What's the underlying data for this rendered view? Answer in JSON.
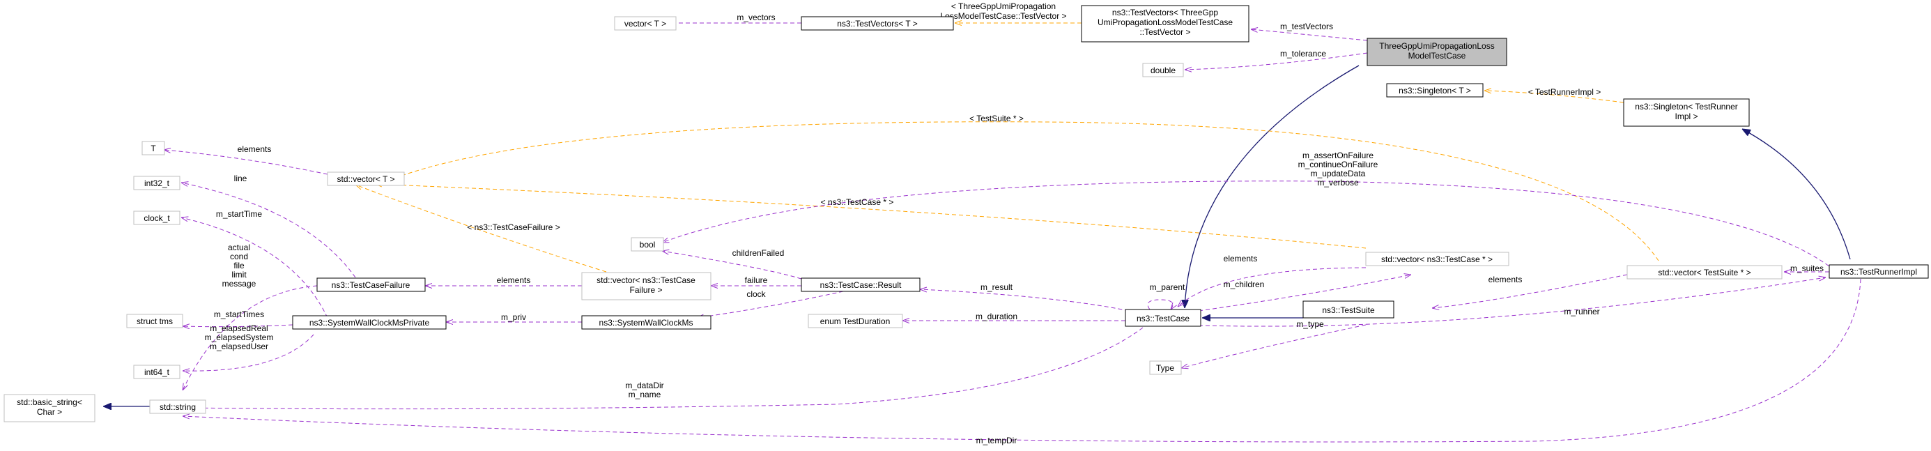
{
  "nodes": {
    "three_gpp": [
      "ThreeGppUmiPropagationLoss",
      "ModelTestCase"
    ],
    "test_vectors_inst": [
      "ns3::TestVectors< ThreeGpp",
      "UmiPropagationLossModelTestCase",
      "::TestVector >"
    ],
    "test_vectors_t": [
      "ns3::TestVectors< T >"
    ],
    "vector_t": [
      "vector< T >"
    ],
    "double": [
      "double"
    ],
    "singleton_t": [
      "ns3::Singleton< T >"
    ],
    "singleton_runner": [
      "ns3::Singleton< TestRunner",
      "Impl >"
    ],
    "std_vector_t": [
      "std::vector< T >"
    ],
    "T": [
      "T"
    ],
    "int32": [
      "int32_t"
    ],
    "clock_t": [
      "clock_t"
    ],
    "bool": [
      "bool"
    ],
    "std_vector_testcase": [
      "std::vector< ns3::TestCase * >"
    ],
    "std_vector_testsuite": [
      "std::vector< TestSuite * >"
    ],
    "test_runner_impl": [
      "ns3::TestRunnerImpl"
    ],
    "test_case_failure": [
      "ns3::TestCaseFailure"
    ],
    "std_vector_failure": [
      "std::vector< ns3::TestCase",
      "Failure >"
    ],
    "result": [
      "ns3::TestCase::Result"
    ],
    "struct_tms": [
      "struct tms"
    ],
    "wallclock_private": [
      "ns3::SystemWallClockMsPrivate"
    ],
    "wallclock": [
      "ns3::SystemWallClockMs"
    ],
    "test_duration": [
      "enum TestDuration"
    ],
    "test_case": [
      "ns3::TestCase"
    ],
    "test_suite": [
      "ns3::TestSuite"
    ],
    "int64": [
      "int64_t"
    ],
    "type": [
      "Type"
    ],
    "basic_string": [
      "std::basic_string<",
      "Char >"
    ],
    "std_string": [
      "std::string"
    ]
  },
  "edge_labels": {
    "m_vectors": [
      "m_vectors"
    ],
    "tv_template": [
      "< ThreeGppUmiPropagation",
      "LossModelTestCase::TestVector >"
    ],
    "m_testVectors": [
      "m_testVectors"
    ],
    "m_tolerance": [
      "m_tolerance"
    ],
    "runner_template": [
      "< TestRunnerImpl >"
    ],
    "suite_template": [
      "< TestSuite * >"
    ],
    "elements_T": [
      "elements"
    ],
    "line": [
      "line"
    ],
    "testcase_template": [
      "< ns3::TestCase * >"
    ],
    "flags": [
      "m_assertOnFailure",
      "m_continueOnFailure",
      "m_updateData",
      "m_verbose"
    ],
    "m_startTime": [
      "m_startTime"
    ],
    "failure_template": [
      "< ns3::TestCaseFailure >"
    ],
    "childrenFailed": [
      "childrenFailed"
    ],
    "failure_fields": [
      "actual",
      "cond",
      "file",
      "limit",
      "message"
    ],
    "elements_failure": [
      "elements"
    ],
    "failure": [
      "failure"
    ],
    "clock": [
      "clock"
    ],
    "m_result": [
      "m_result"
    ],
    "m_parent": [
      "m_parent"
    ],
    "elements_tc": [
      "elements"
    ],
    "m_children": [
      "m_children"
    ],
    "elements_ts": [
      "elements"
    ],
    "m_suites": [
      "m_suites"
    ],
    "m_startTimes": [
      "m_startTimes"
    ],
    "elapsed": [
      "m_elapsedReal",
      "m_elapsedSystem",
      "m_elapsedUser"
    ],
    "m_priv": [
      "m_priv"
    ],
    "m_duration": [
      "m_duration"
    ],
    "m_type": [
      "m_type"
    ],
    "m_runner": [
      "m_runner"
    ],
    "data_name": [
      "m_dataDir",
      "m_name"
    ],
    "m_tempDir": [
      "m_tempDir"
    ]
  },
  "colors": {
    "member": "#9a32cd",
    "template": "#ffa500",
    "inherit": "#191970",
    "focus_fill": "#bfbfbf",
    "undocumented_border": "#bfbfbf"
  }
}
